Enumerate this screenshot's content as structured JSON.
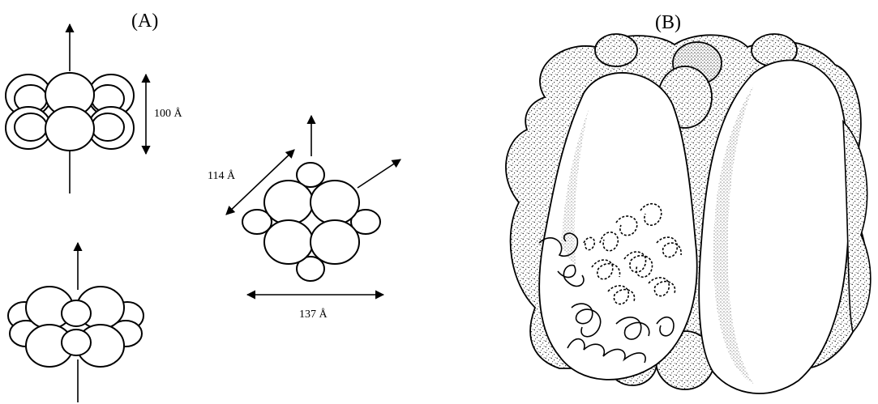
{
  "panels": {
    "a": {
      "label": "(A)"
    },
    "b": {
      "label": "(B)"
    }
  },
  "dimensions": {
    "height": "100 Å",
    "diagonal": "114 Å",
    "width": "137 Å"
  }
}
